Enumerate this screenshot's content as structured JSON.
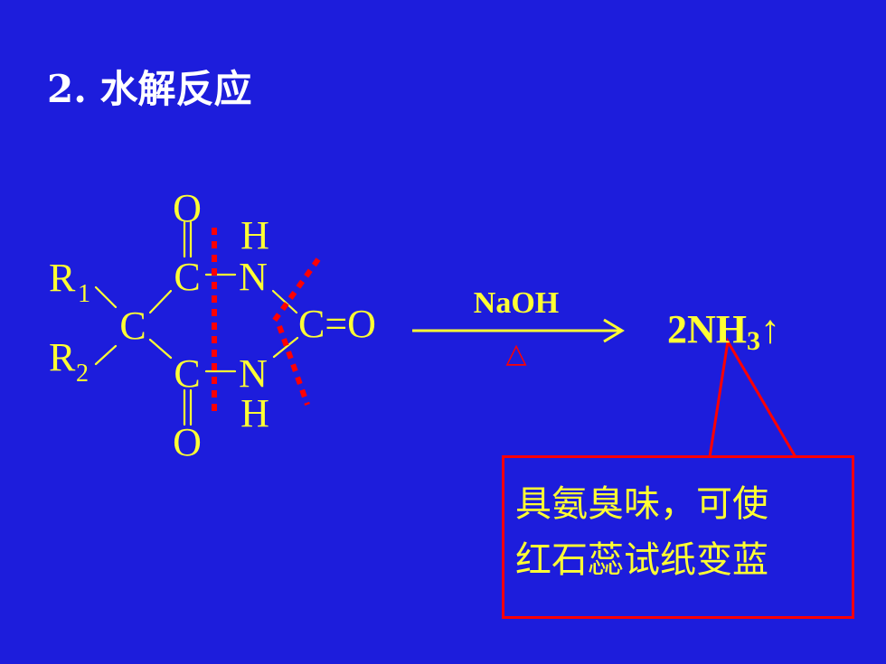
{
  "slide": {
    "title": "2.  水解反应"
  },
  "molecule": {
    "o_top": "O",
    "o_bottom": "O",
    "c_top": "C",
    "c_bottom": "C",
    "c_center": "C",
    "n_top": "N",
    "n_bottom": "N",
    "h_top": "H",
    "h_bottom": "H",
    "r1_letter": "R",
    "r1_sub": "1",
    "r2_letter": "R",
    "r2_sub": "2",
    "carbonyl_right": "C=O"
  },
  "reaction": {
    "reagent": "NaOH",
    "condition": "△",
    "product_prefix": "2NH",
    "product_sub": "3",
    "product_suffix": "↑"
  },
  "callout": {
    "line1": "具氨臭味，可使",
    "line2": "红石蕊试纸变蓝"
  },
  "colors": {
    "background": "#1d1ddc",
    "title": "#ffffff",
    "chemistry": "#ffff33",
    "marks": "#ff0000"
  }
}
